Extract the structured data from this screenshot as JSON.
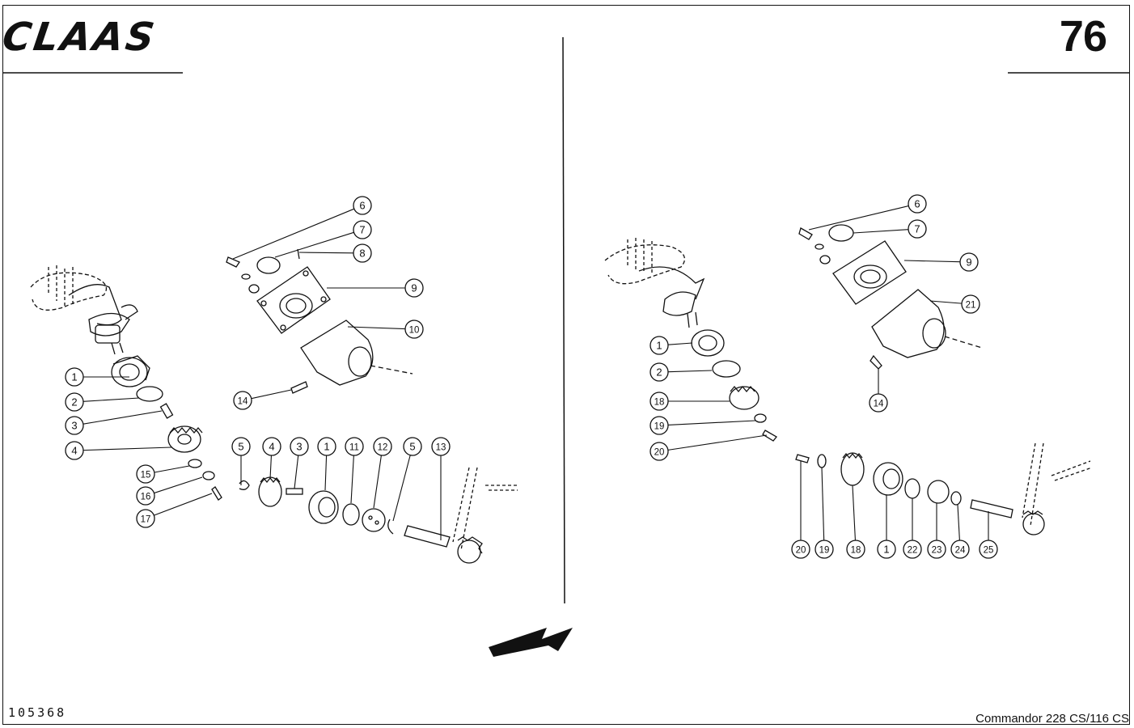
{
  "header": {
    "brand": "CLAAS",
    "page_number": "76"
  },
  "footer": {
    "drawing_number": "105368",
    "model": "Commandor  228 CS/116 CS"
  },
  "left_callouts": [
    "1",
    "2",
    "3",
    "4",
    "15",
    "16",
    "17",
    "6",
    "7",
    "8",
    "9",
    "10",
    "14",
    "5",
    "4",
    "3",
    "1",
    "11",
    "12",
    "5",
    "13"
  ],
  "right_callouts": [
    "1",
    "2",
    "18",
    "19",
    "20",
    "6",
    "7",
    "9",
    "21",
    "14",
    "20",
    "19",
    "18",
    "1",
    "22",
    "23",
    "24",
    "25"
  ]
}
